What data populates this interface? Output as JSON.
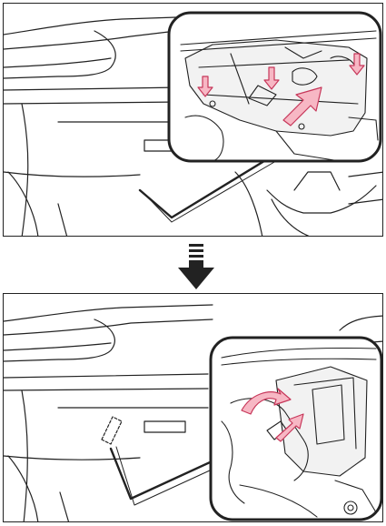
{
  "figure": {
    "top_panel": {
      "icon": "glovebox-removal-illustration",
      "inset_icon": "magnified-glovebox-tabs-with-arrows"
    },
    "step_arrow": {
      "icon": "down-arrow-icon"
    },
    "bottom_panel": {
      "icon": "glovebox-lowered-illustration",
      "inset_icon": "magnified-damper-disconnect-with-arrows"
    },
    "colors": {
      "line": "#222222",
      "arrow_fill": "#f7b7c4",
      "arrow_stroke": "#c7375a",
      "background": "#ffffff"
    }
  }
}
